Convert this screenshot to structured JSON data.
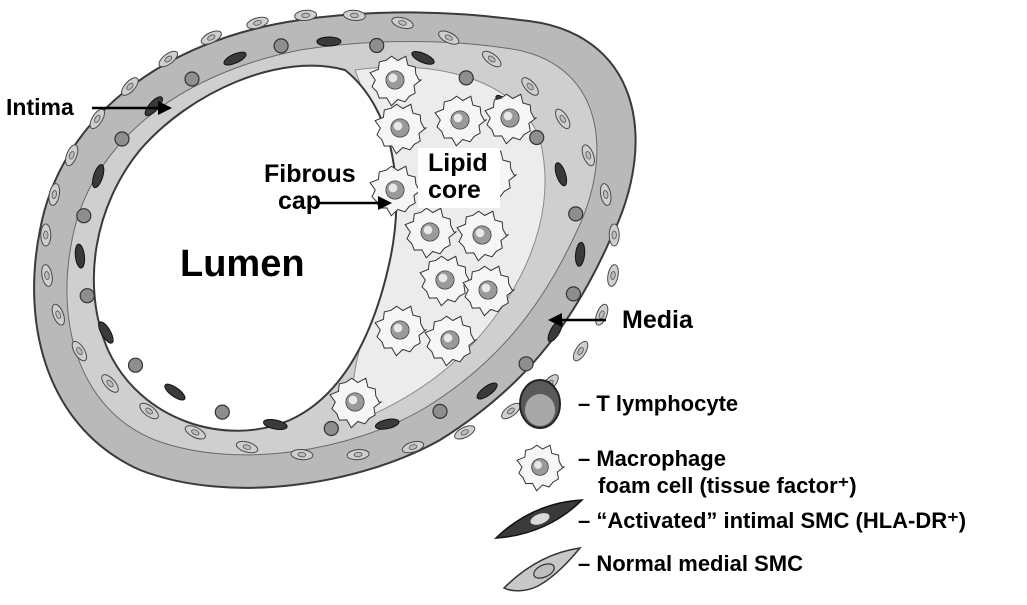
{
  "labels": {
    "intima": "Intima",
    "fibrous_cap_line1": "Fibrous",
    "fibrous_cap_line2": "cap",
    "lipid_core_line1": "Lipid",
    "lipid_core_line2": "core",
    "lumen": "Lumen",
    "media": "Media"
  },
  "legend": [
    {
      "icon": "t-lymphocyte-icon",
      "text": "– T lymphocyte"
    },
    {
      "icon": "macrophage-foam-cell-icon",
      "text": "– Macrophage",
      "text2": "foam cell (tissue factor⁺)"
    },
    {
      "icon": "activated-smc-icon",
      "text": "– “Activated” intimal SMC (HLA-DR⁺)"
    },
    {
      "icon": "normal-smc-icon",
      "text": "– Normal medial SMC"
    }
  ],
  "colors": {
    "media": "#b9b9b9",
    "intima": "#d0d0d0",
    "lipid_core": "#ececec",
    "lumen": "#ffffff",
    "outline": "#3a3a3a",
    "lymphocyte": "#8e8e8e",
    "activated_smc": "#3f3f3f",
    "normal_smc": "#c8c8c8"
  }
}
